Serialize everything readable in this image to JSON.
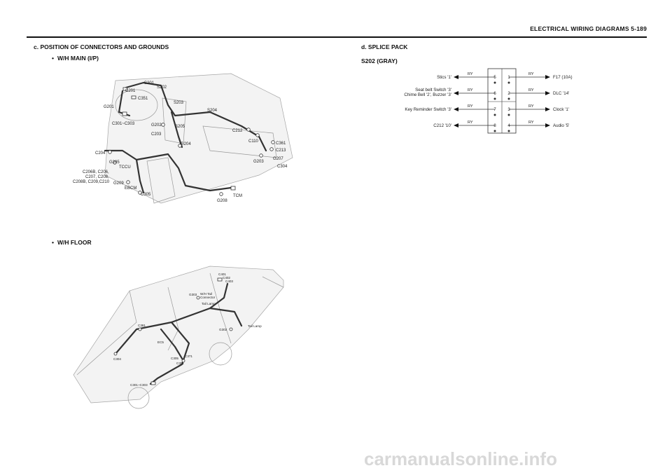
{
  "header": {
    "title": "ELECTRICAL WIRING DIAGRAMS  5-189"
  },
  "left": {
    "section_c_title": "c.  POSITION  OF  CONNECTORS  AND  GROUNDS",
    "bullet_main": "W/H MAIN (I/P)",
    "bullet_floor": "W/H FLOOR",
    "bullet_symbol": "•",
    "main_labels": {
      "s201": "S201",
      "s202": "S202",
      "c201": "C201",
      "c351": "C351",
      "g201": "G201",
      "s203": "S203",
      "c301_303": "C301~C303",
      "g202": "G202",
      "s204": "S204",
      "s205": "S205",
      "c203": "C203",
      "c212": "C212",
      "c110": "C110",
      "c361": "C361",
      "g204": "G204",
      "c213": "C213",
      "c204": "C204",
      "g205": "G205",
      "tccu": "TCCU",
      "g207": "G207",
      "g203": "G203",
      "c304": "C304",
      "c206_a": "C206B, C206,",
      "c206_b": "C207, C208,",
      "c206_c": "C208B, C209,C210",
      "g209": "G209",
      "ebcm": "EBCM",
      "c305": "C305",
      "tcm": "TCM",
      "g208": "G208"
    },
    "floor_labels": {
      "c401": "C401",
      "c402": "C402",
      "c403": "C403",
      "g303": "G303",
      "wh_tail_a": "W/H Tail",
      "wh_tail_b": "Connector",
      "tail_lamp_1": "Tail Lamp",
      "c381": "C381",
      "g302": "G302",
      "tail_lamp_2": "Tail Lamp",
      "ec5": "EC5",
      "c371": "C371",
      "c305": "C305",
      "c301": "C301",
      "c304": "C304",
      "c301_303": "C301~C303"
    }
  },
  "right": {
    "section_d_title": "d.  SPLICE PACK",
    "pack_name": "S202 (GRAY)",
    "left_rows": [
      {
        "label": "Stics '1'",
        "wire": "RY",
        "pin": "5"
      },
      {
        "label": "Seat belt Switch '3'",
        "label2": "Chime Bell '2', Buzzer '3'",
        "wire": "RY",
        "pin": "6"
      },
      {
        "label": "Key Reminder Switch '3'",
        "wire": "RY",
        "pin": "7"
      },
      {
        "label": "C212 '10'",
        "wire": "RY",
        "pin": "8"
      }
    ],
    "right_rows": [
      {
        "label": "F17 (10A)",
        "wire": "RY",
        "pin": "1"
      },
      {
        "label": "DLC '14'",
        "wire": "RY",
        "pin": "2"
      },
      {
        "label": "Clock '1'",
        "wire": "RY",
        "pin": "3"
      },
      {
        "label": "Audio '5'",
        "wire": "RY",
        "pin": "4"
      }
    ]
  },
  "footer": {
    "watermark": "carmanualsonline.info"
  }
}
